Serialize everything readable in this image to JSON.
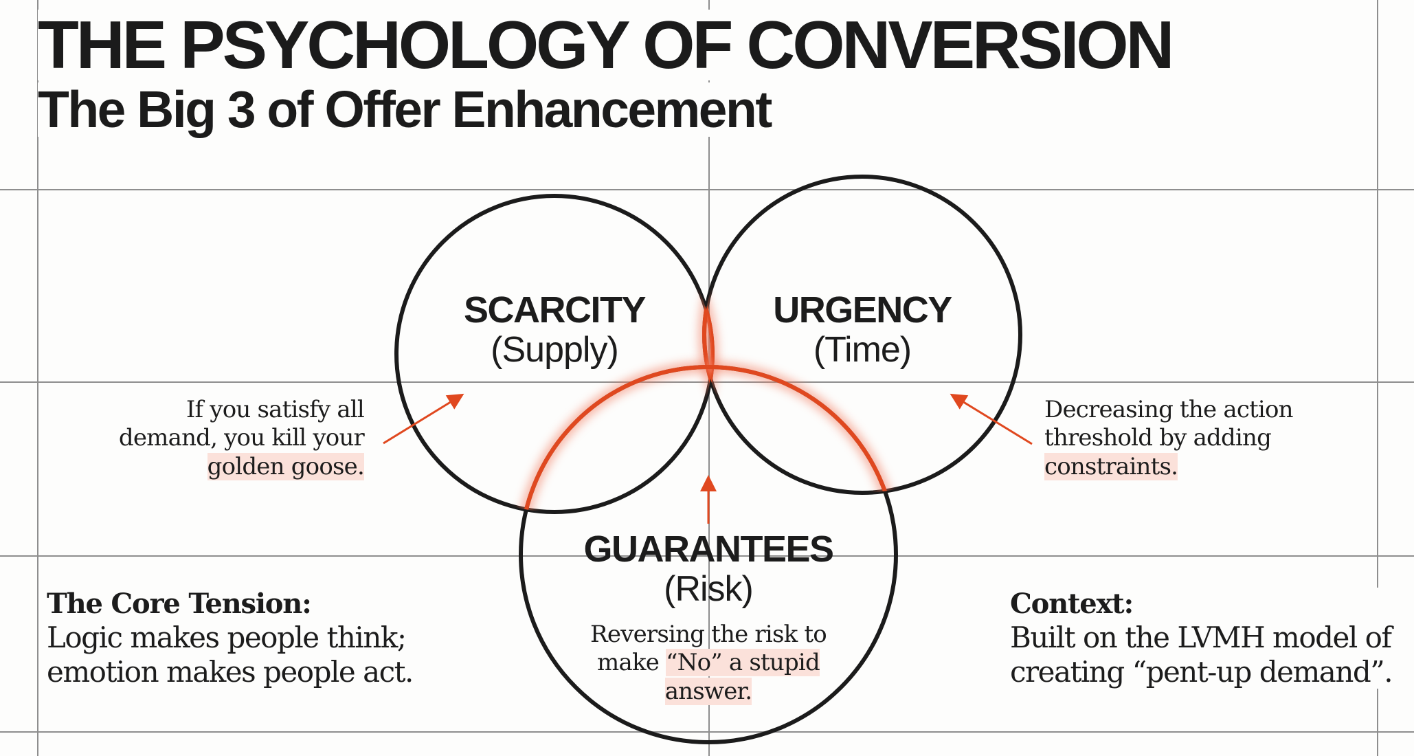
{
  "header": {
    "title": "THE PSYCHOLOGY OF CONVERSION",
    "subtitle": "The Big 3 of Offer Enhancement"
  },
  "venn": {
    "circles": [
      {
        "name": "SCARCITY",
        "sub": "(Supply)"
      },
      {
        "name": "URGENCY",
        "sub": "(Time)"
      },
      {
        "name": "GUARANTEES",
        "sub": "(Risk)"
      }
    ],
    "accent_color": "#e0481f",
    "outline_color": "#1b1b1b"
  },
  "notes": {
    "scarcity": {
      "text": "If you satisfy all demand, you kill your",
      "highlight": "golden goose."
    },
    "urgency": {
      "text": "Decreasing the action threshold by adding",
      "highlight": "constraints."
    },
    "guarantees": {
      "before": "Reversing the risk to make ",
      "highlight": "“No” a stupid answer."
    }
  },
  "core_tension": {
    "heading": "The Core Tension:",
    "line1": "Logic makes people think;",
    "line2": "emotion makes people act."
  },
  "context": {
    "heading": "Context:",
    "line1": "Built on the LVMH model of",
    "line2": "creating “pent-up demand”."
  }
}
